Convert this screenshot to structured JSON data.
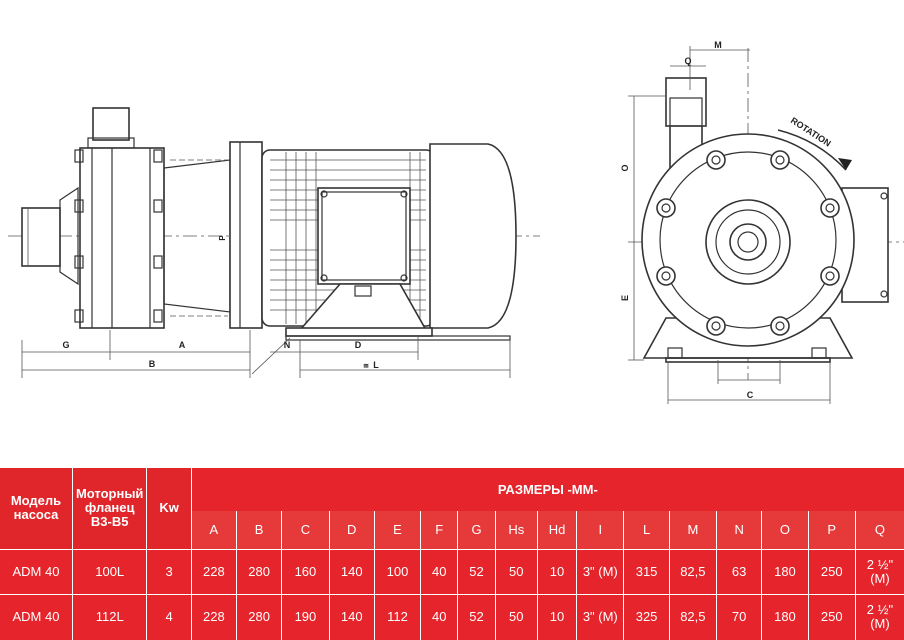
{
  "drawing": {
    "side_view_labels": {
      "g": "G",
      "a": "A",
      "b": "B",
      "n": "N",
      "d": "D",
      "l": "L",
      "l_mark": "≅",
      "p": "P"
    },
    "front_view_labels": {
      "m": "M",
      "q": "Q",
      "o": "O",
      "e": "E",
      "c": "C",
      "rotation": "ROTATION"
    }
  },
  "table": {
    "col_model": "Модель насоса",
    "col_flange": "Моторный фланец В3-В5",
    "col_kw": "Kw",
    "dims_title": "РАЗМЕРЫ -ММ-",
    "dims": [
      "A",
      "B",
      "C",
      "D",
      "E",
      "F",
      "G",
      "Hs",
      "Hd",
      "I",
      "L",
      "M",
      "N",
      "O",
      "P",
      "Q"
    ],
    "rows": [
      {
        "model": "ADM 40",
        "flange": "100L",
        "kw": "3",
        "values": [
          "228",
          "280",
          "160",
          "140",
          "100",
          "40",
          "52",
          "50",
          "10",
          "3\" (M)",
          "315",
          "82,5",
          "63",
          "180",
          "250",
          "2 ½\" (M)"
        ]
      },
      {
        "model": "ADM 40",
        "flange": "112L",
        "kw": "4",
        "values": [
          "228",
          "280",
          "190",
          "140",
          "112",
          "40",
          "52",
          "50",
          "10",
          "3\" (M)",
          "325",
          "82,5",
          "70",
          "180",
          "250",
          "2 ½\" (M)"
        ]
      }
    ]
  }
}
